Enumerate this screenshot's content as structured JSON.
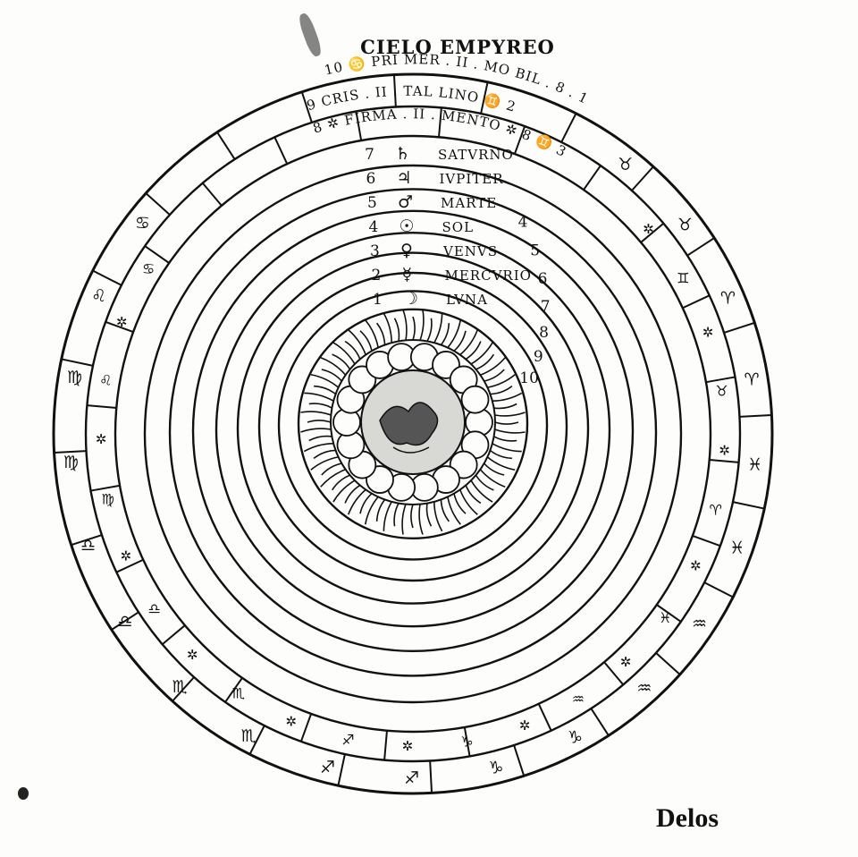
{
  "title": "CIELO EMPYREO",
  "signature": "Delos",
  "zodiac_outer": [
    "♋",
    "♌",
    "♍",
    "♍",
    "♎",
    "♎",
    "♏",
    "♏",
    "♐",
    "♐",
    "♑",
    "♑",
    "♒",
    "♒",
    "♓",
    "♓",
    "♈",
    "♈",
    "♉",
    "♉"
  ],
  "zodiac_inner": [
    "♋",
    "♌",
    "♍",
    "♎",
    "♏",
    "♐",
    "♑",
    "♒",
    "♓",
    "♈",
    "♉",
    "♊"
  ],
  "top_band": {
    "row1": [
      "10",
      "♋ PRI",
      "MER . II . MO",
      "BIL . 8 . 1"
    ],
    "row2": [
      "9",
      "CRIS . II . TAL",
      "LINO",
      "♊ 2"
    ],
    "row3": [
      "8 ✲ FIRMA . II .",
      "MENTO ✲ 8",
      "♊ 3"
    ]
  },
  "spheres": [
    {
      "number": "7",
      "symbol": "♄",
      "name": "SATVRNO",
      "right_number": "4"
    },
    {
      "number": "6",
      "symbol": "♃",
      "name": "IVPITER",
      "right_number": "5"
    },
    {
      "number": "5",
      "symbol": "♂",
      "name": "MARTE",
      "right_number": "6"
    },
    {
      "number": "4",
      "symbol": "☉",
      "name": "SOL",
      "right_number": "7"
    },
    {
      "number": "3",
      "symbol": "♀",
      "name": "VENVS",
      "right_number": "8"
    },
    {
      "number": "2",
      "symbol": "☿",
      "name": "MERCVRIO",
      "right_number": "9"
    },
    {
      "number": "1",
      "symbol": "☽",
      "name": "LVNA",
      "right_number": "10"
    }
  ],
  "star_glyph": "✲"
}
